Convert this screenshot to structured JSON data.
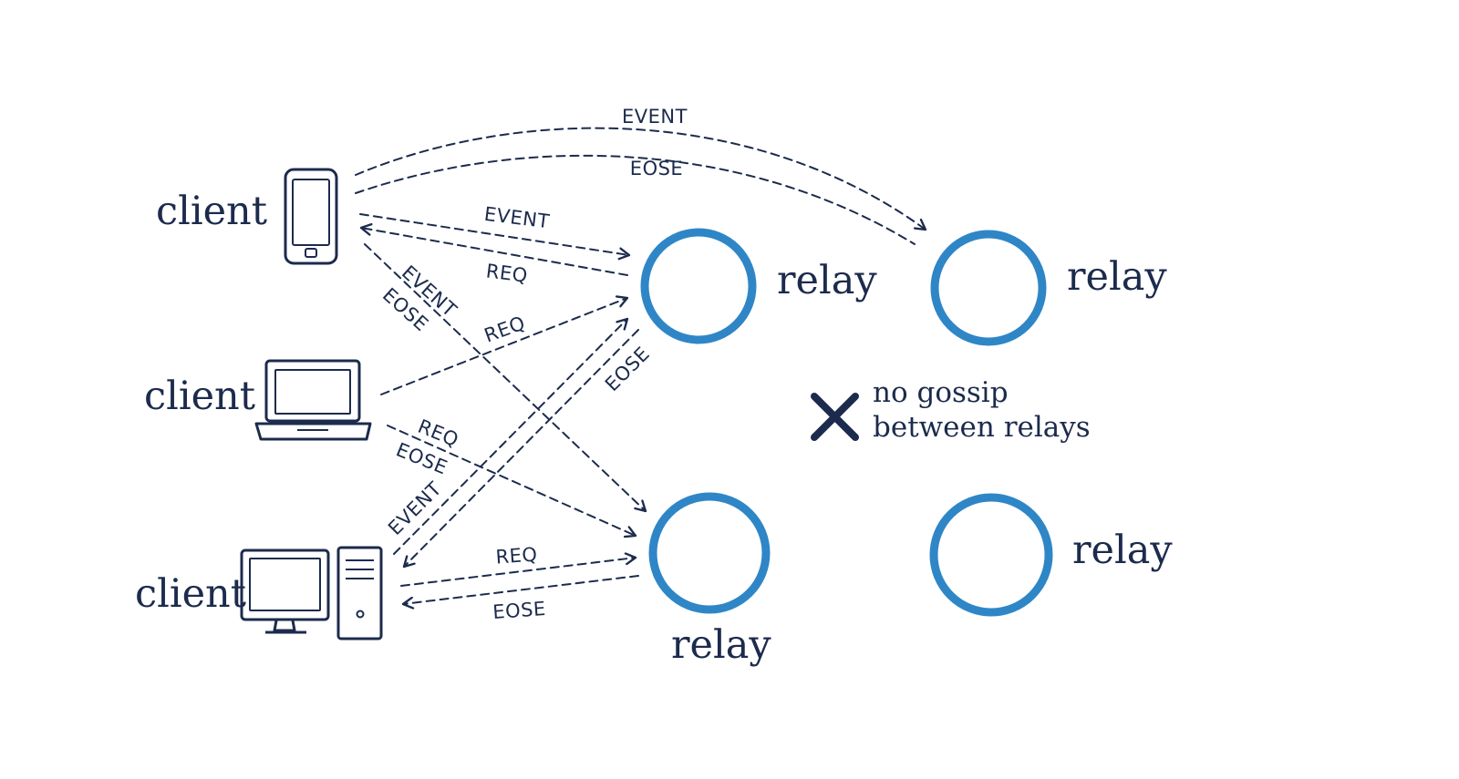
{
  "colors": {
    "ink": "#1c2b4d",
    "relay_blue": "#2f86c6"
  },
  "clients": [
    {
      "id": "phone",
      "label": "client",
      "icon": "phone-icon"
    },
    {
      "id": "laptop",
      "label": "client",
      "icon": "laptop-icon"
    },
    {
      "id": "desktop",
      "label": "client",
      "icon": "desktop-icon"
    }
  ],
  "relays": [
    {
      "id": "r1",
      "label": "relay"
    },
    {
      "id": "r2",
      "label": "relay"
    },
    {
      "id": "r3",
      "label": "relay"
    },
    {
      "id": "r4",
      "label": "relay"
    }
  ],
  "messages": [
    "EVENT",
    "EOSE",
    "EVENT",
    "REQ",
    "EVENT",
    "EOSE",
    "REQ",
    "REQ",
    "EOSE",
    "EVENT",
    "EOSE",
    "REQ",
    "EOSE"
  ],
  "note": {
    "line1": "no gossip",
    "line2": "between relays",
    "icon": "cross-icon"
  }
}
